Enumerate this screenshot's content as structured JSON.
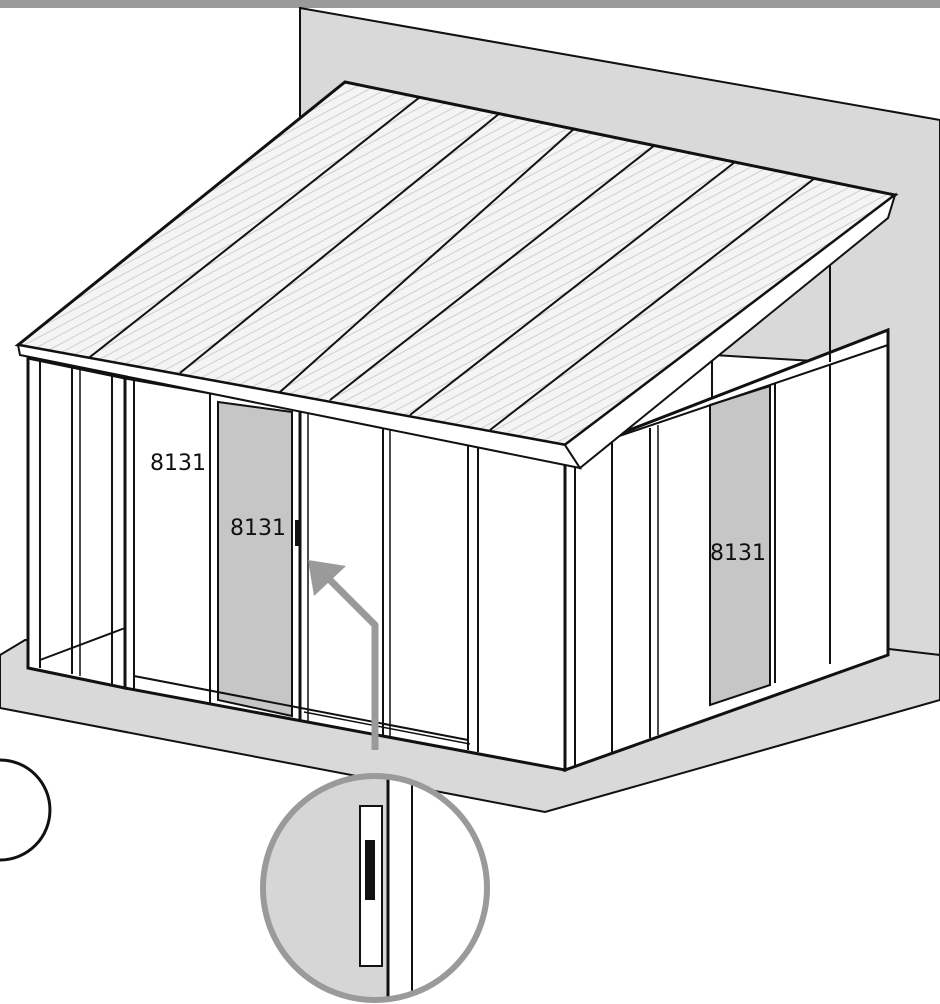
{
  "colors": {
    "wall": "#d9d9d9",
    "ground": "#d9d9d9",
    "panel_gray": "#c6c6c6",
    "roof": "#f3f3f3",
    "outline": "#111111",
    "arrow": "#9a9a9a",
    "top_bar": "#9a9a9a"
  },
  "labels": {
    "left_rear": "8131",
    "left_front": "8131",
    "right": "8131"
  },
  "icons": {
    "pointer": "arrow-icon",
    "detail": "magnifier-circle-icon"
  }
}
